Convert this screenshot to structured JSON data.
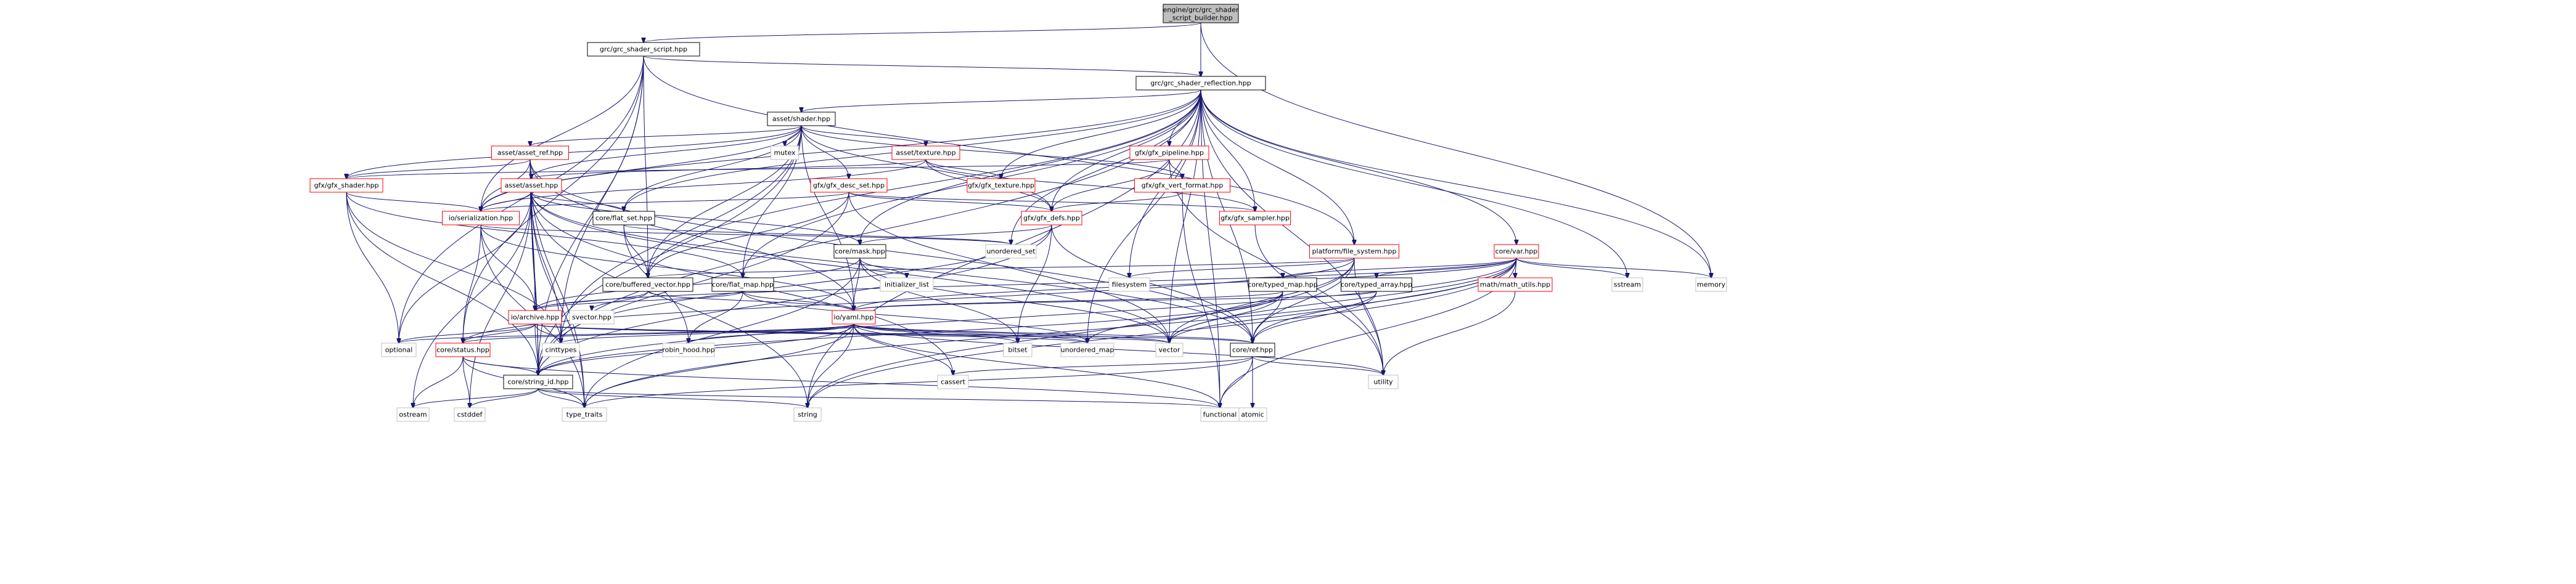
{
  "colors": {
    "edge": "#191970",
    "root_fill": "#bfbfbf",
    "normal_fill": "#ffffff",
    "normal_stroke": "#000000",
    "truncated_stroke": "#ff0000",
    "external_stroke": "#bfbfbf",
    "external_text": "#000000"
  },
  "nodes": [
    {
      "id": "root",
      "lines": [
        "engine/grc/grc_shader",
        "_script_builder.hpp"
      ],
      "kind": "root"
    },
    {
      "id": "script",
      "lines": [
        "grc/grc_shader_script.hpp"
      ],
      "kind": "normal"
    },
    {
      "id": "refl",
      "lines": [
        "grc/grc_shader_reflection.hpp"
      ],
      "kind": "normal"
    },
    {
      "id": "shader",
      "lines": [
        "asset/shader.hpp"
      ],
      "kind": "normal"
    },
    {
      "id": "asset_ref",
      "lines": [
        "asset/asset_ref.hpp"
      ],
      "kind": "truncated"
    },
    {
      "id": "texture",
      "lines": [
        "asset/texture.hpp"
      ],
      "kind": "truncated"
    },
    {
      "id": "pipeline",
      "lines": [
        "gfx/gfx_pipeline.hpp"
      ],
      "kind": "truncated"
    },
    {
      "id": "gfx_shader",
      "lines": [
        "gfx/gfx_shader.hpp"
      ],
      "kind": "truncated"
    },
    {
      "id": "asset",
      "lines": [
        "asset/asset.hpp"
      ],
      "kind": "truncated"
    },
    {
      "id": "desc_set",
      "lines": [
        "gfx/gfx_desc_set.hpp"
      ],
      "kind": "truncated"
    },
    {
      "id": "gfx_texture",
      "lines": [
        "gfx/gfx_texture.hpp"
      ],
      "kind": "truncated"
    },
    {
      "id": "vert_format",
      "lines": [
        "gfx/gfx_vert_format.hpp"
      ],
      "kind": "truncated"
    },
    {
      "id": "serialization",
      "lines": [
        "io/serialization.hpp"
      ],
      "kind": "truncated"
    },
    {
      "id": "flat_set",
      "lines": [
        "core/flat_set.hpp"
      ],
      "kind": "normal"
    },
    {
      "id": "gfx_defs",
      "lines": [
        "gfx/gfx_defs.hpp"
      ],
      "kind": "truncated"
    },
    {
      "id": "gfx_sampler",
      "lines": [
        "gfx/gfx_sampler.hpp"
      ],
      "kind": "truncated"
    },
    {
      "id": "mask",
      "lines": [
        "core/mask.hpp"
      ],
      "kind": "normal"
    },
    {
      "id": "file_system",
      "lines": [
        "platform/file_system.hpp"
      ],
      "kind": "truncated"
    },
    {
      "id": "var",
      "lines": [
        "core/var.hpp"
      ],
      "kind": "truncated"
    },
    {
      "id": "buffered_vector",
      "lines": [
        "core/buffered_vector.hpp"
      ],
      "kind": "normal"
    },
    {
      "id": "flat_map",
      "lines": [
        "core/flat_map.hpp"
      ],
      "kind": "normal"
    },
    {
      "id": "typed_map",
      "lines": [
        "core/typed_map.hpp"
      ],
      "kind": "normal"
    },
    {
      "id": "typed_array",
      "lines": [
        "core/typed_array.hpp"
      ],
      "kind": "normal"
    },
    {
      "id": "math_utils",
      "lines": [
        "math/math_utils.hpp"
      ],
      "kind": "truncated"
    },
    {
      "id": "archive",
      "lines": [
        "io/archive.hpp"
      ],
      "kind": "truncated"
    },
    {
      "id": "yaml",
      "lines": [
        "io/yaml.hpp"
      ],
      "kind": "truncated"
    },
    {
      "id": "status",
      "lines": [
        "core/status.hpp"
      ],
      "kind": "truncated"
    },
    {
      "id": "ref",
      "lines": [
        "core/ref.hpp"
      ],
      "kind": "normal"
    },
    {
      "id": "string_id",
      "lines": [
        "core/string_id.hpp"
      ],
      "kind": "normal"
    },
    {
      "id": "mutex",
      "lines": [
        "mutex"
      ],
      "kind": "external"
    },
    {
      "id": "unordered_set",
      "lines": [
        "unordered_set"
      ],
      "kind": "external"
    },
    {
      "id": "filesystem",
      "lines": [
        "filesystem"
      ],
      "kind": "external"
    },
    {
      "id": "sstream",
      "lines": [
        "sstream"
      ],
      "kind": "external"
    },
    {
      "id": "memory",
      "lines": [
        "memory"
      ],
      "kind": "external"
    },
    {
      "id": "initializer_list",
      "lines": [
        "initializer_list"
      ],
      "kind": "external"
    },
    {
      "id": "svector",
      "lines": [
        "svector.hpp"
      ],
      "kind": "external"
    },
    {
      "id": "optional",
      "lines": [
        "optional"
      ],
      "kind": "external"
    },
    {
      "id": "cinttypes",
      "lines": [
        "cinttypes"
      ],
      "kind": "external"
    },
    {
      "id": "robin_hood",
      "lines": [
        "robin_hood.hpp"
      ],
      "kind": "external"
    },
    {
      "id": "bitset",
      "lines": [
        "bitset"
      ],
      "kind": "external"
    },
    {
      "id": "unordered_map",
      "lines": [
        "unordered_map"
      ],
      "kind": "external"
    },
    {
      "id": "vector",
      "lines": [
        "vector"
      ],
      "kind": "external"
    },
    {
      "id": "utility",
      "lines": [
        "utility"
      ],
      "kind": "external"
    },
    {
      "id": "cassert",
      "lines": [
        "cassert"
      ],
      "kind": "external"
    },
    {
      "id": "atomic",
      "lines": [
        "atomic"
      ],
      "kind": "external"
    },
    {
      "id": "ostream",
      "lines": [
        "ostream"
      ],
      "kind": "external"
    },
    {
      "id": "cstddef",
      "lines": [
        "cstddef"
      ],
      "kind": "external"
    },
    {
      "id": "type_traits",
      "lines": [
        "type_traits"
      ],
      "kind": "external"
    },
    {
      "id": "string",
      "lines": [
        "string"
      ],
      "kind": "external"
    },
    {
      "id": "functional",
      "lines": [
        "functional"
      ],
      "kind": "external"
    }
  ],
  "edges": [
    [
      "root",
      "script"
    ],
    [
      "root",
      "refl"
    ],
    [
      "root",
      "memory"
    ],
    [
      "script",
      "refl"
    ],
    [
      "script",
      "buffered_vector"
    ],
    [
      "script",
      "serialization"
    ],
    [
      "script",
      "string_id"
    ],
    [
      "script",
      "optional"
    ],
    [
      "script",
      "status"
    ],
    [
      "script",
      "cinttypes"
    ],
    [
      "script",
      "file_system"
    ],
    [
      "refl",
      "shader"
    ],
    [
      "refl",
      "pipeline"
    ],
    [
      "refl",
      "gfx_texture"
    ],
    [
      "refl",
      "gfx_sampler"
    ],
    [
      "refl",
      "gfx_defs"
    ],
    [
      "refl",
      "serialization"
    ],
    [
      "refl",
      "flat_set"
    ],
    [
      "refl",
      "mask"
    ],
    [
      "refl",
      "buffered_vector"
    ],
    [
      "refl",
      "flat_map"
    ],
    [
      "refl",
      "string_id"
    ],
    [
      "refl",
      "var"
    ],
    [
      "refl",
      "file_system"
    ],
    [
      "refl",
      "unordered_set"
    ],
    [
      "refl",
      "filesystem"
    ],
    [
      "refl",
      "sstream"
    ],
    [
      "refl",
      "memory"
    ],
    [
      "refl",
      "vector"
    ],
    [
      "refl",
      "string"
    ],
    [
      "refl",
      "functional"
    ],
    [
      "refl",
      "utility"
    ],
    [
      "refl",
      "ref"
    ],
    [
      "refl",
      "unordered_map"
    ],
    [
      "shader",
      "asset_ref"
    ],
    [
      "shader",
      "texture"
    ],
    [
      "shader",
      "asset"
    ],
    [
      "shader",
      "desc_set"
    ],
    [
      "shader",
      "gfx_shader"
    ],
    [
      "shader",
      "vert_format"
    ],
    [
      "shader",
      "gfx_defs"
    ],
    [
      "shader",
      "mutex"
    ],
    [
      "shader",
      "flat_map"
    ],
    [
      "shader",
      "flat_set"
    ],
    [
      "shader",
      "buffered_vector"
    ],
    [
      "shader",
      "string_id"
    ],
    [
      "shader",
      "serialization"
    ],
    [
      "shader",
      "yaml"
    ],
    [
      "shader",
      "cinttypes"
    ],
    [
      "asset_ref",
      "asset"
    ],
    [
      "asset_ref",
      "gfx_shader"
    ],
    [
      "asset_ref",
      "serialization"
    ],
    [
      "asset_ref",
      "archive"
    ],
    [
      "asset_ref",
      "string_id"
    ],
    [
      "asset_ref",
      "type_traits"
    ],
    [
      "asset_ref",
      "ref"
    ],
    [
      "asset_ref",
      "yaml"
    ],
    [
      "texture",
      "asset"
    ],
    [
      "texture",
      "gfx_texture"
    ],
    [
      "texture",
      "gfx_defs"
    ],
    [
      "texture",
      "gfx_sampler"
    ],
    [
      "texture",
      "serialization"
    ],
    [
      "pipeline",
      "gfx_defs"
    ],
    [
      "pipeline",
      "vert_format"
    ],
    [
      "pipeline",
      "gfx_shader"
    ],
    [
      "pipeline",
      "utility"
    ],
    [
      "vert_format",
      "gfx_defs"
    ],
    [
      "vert_format",
      "functional"
    ],
    [
      "gfx_shader",
      "serialization"
    ],
    [
      "gfx_shader",
      "optional"
    ],
    [
      "gfx_shader",
      "cinttypes"
    ],
    [
      "gfx_shader",
      "flat_map"
    ],
    [
      "gfx_shader",
      "string_id"
    ],
    [
      "asset",
      "serialization"
    ],
    [
      "asset",
      "flat_set"
    ],
    [
      "asset",
      "mask"
    ],
    [
      "asset",
      "string_id"
    ],
    [
      "asset",
      "ref"
    ],
    [
      "asset",
      "cinttypes"
    ],
    [
      "asset",
      "optional"
    ],
    [
      "asset",
      "vector"
    ],
    [
      "asset",
      "type_traits"
    ],
    [
      "asset",
      "ostream"
    ],
    [
      "asset",
      "cstddef"
    ],
    [
      "asset",
      "cassert"
    ],
    [
      "asset",
      "string"
    ],
    [
      "asset",
      "archive"
    ],
    [
      "desc_set",
      "gfx_defs"
    ],
    [
      "desc_set",
      "gfx_sampler"
    ],
    [
      "desc_set",
      "serialization"
    ],
    [
      "desc_set",
      "buffered_vector"
    ],
    [
      "desc_set",
      "string_id"
    ],
    [
      "desc_set",
      "vector"
    ],
    [
      "serialization",
      "archive"
    ],
    [
      "serialization",
      "yaml"
    ],
    [
      "serialization",
      "status"
    ],
    [
      "serialization",
      "type_traits"
    ],
    [
      "serialization",
      "unordered_set"
    ],
    [
      "flat_set",
      "robin_hood"
    ],
    [
      "flat_set",
      "buffered_vector"
    ],
    [
      "flat_set",
      "unordered_set"
    ],
    [
      "gfx_defs",
      "mask"
    ],
    [
      "gfx_defs",
      "string_id"
    ],
    [
      "gfx_defs",
      "ref"
    ],
    [
      "gfx_defs",
      "bitset"
    ],
    [
      "gfx_defs",
      "cinttypes"
    ],
    [
      "gfx_sampler",
      "utility"
    ],
    [
      "mask",
      "bitset"
    ],
    [
      "mask",
      "initializer_list"
    ],
    [
      "mask",
      "yaml"
    ],
    [
      "mask",
      "archive"
    ],
    [
      "mask",
      "type_traits"
    ],
    [
      "mask",
      "vector"
    ],
    [
      "file_system",
      "filesystem"
    ],
    [
      "file_system",
      "string"
    ],
    [
      "file_system",
      "status"
    ],
    [
      "file_system",
      "ref"
    ],
    [
      "file_system",
      "buffered_vector"
    ],
    [
      "file_system",
      "utility"
    ],
    [
      "file_system",
      "vector"
    ],
    [
      "var",
      "typed_map"
    ],
    [
      "var",
      "typed_array"
    ],
    [
      "var",
      "math_utils"
    ],
    [
      "var",
      "ref"
    ],
    [
      "var",
      "string_id"
    ],
    [
      "var",
      "archive"
    ],
    [
      "var",
      "yaml"
    ],
    [
      "var",
      "sstream"
    ],
    [
      "var",
      "memory"
    ],
    [
      "var",
      "functional"
    ],
    [
      "var",
      "string"
    ],
    [
      "var",
      "type_traits"
    ],
    [
      "var",
      "vector"
    ],
    [
      "buffered_vector",
      "svector"
    ],
    [
      "buffered_vector",
      "yaml"
    ],
    [
      "buffered_vector",
      "archive"
    ],
    [
      "flat_map",
      "robin_hood"
    ],
    [
      "flat_map",
      "yaml"
    ],
    [
      "flat_map",
      "archive"
    ],
    [
      "flat_map",
      "unordered_map"
    ],
    [
      "typed_map",
      "ref"
    ],
    [
      "typed_map",
      "string_id"
    ],
    [
      "typed_map",
      "yaml"
    ],
    [
      "typed_map",
      "unordered_map"
    ],
    [
      "typed_map",
      "vector"
    ],
    [
      "typed_array",
      "ref"
    ],
    [
      "typed_array",
      "yaml"
    ],
    [
      "typed_array",
      "vector"
    ],
    [
      "math_utils",
      "utility"
    ],
    [
      "archive",
      "status"
    ],
    [
      "archive",
      "string_id"
    ],
    [
      "archive",
      "optional"
    ],
    [
      "archive",
      "cinttypes"
    ],
    [
      "archive",
      "vector"
    ],
    [
      "archive",
      "unordered_map"
    ],
    [
      "archive",
      "ref"
    ],
    [
      "yaml",
      "status"
    ],
    [
      "yaml",
      "string_id"
    ],
    [
      "yaml",
      "ref"
    ],
    [
      "yaml",
      "robin_hood"
    ],
    [
      "yaml",
      "bitset"
    ],
    [
      "yaml",
      "unordered_map"
    ],
    [
      "yaml",
      "vector"
    ],
    [
      "yaml",
      "optional"
    ],
    [
      "yaml",
      "cinttypes"
    ],
    [
      "yaml",
      "cassert"
    ],
    [
      "yaml",
      "string"
    ],
    [
      "yaml",
      "utility"
    ],
    [
      "yaml",
      "functional"
    ],
    [
      "yaml",
      "type_traits"
    ],
    [
      "status",
      "string_id"
    ],
    [
      "status",
      "type_traits"
    ],
    [
      "status",
      "cstddef"
    ],
    [
      "status",
      "ostream"
    ],
    [
      "status",
      "functional"
    ],
    [
      "ref",
      "cassert"
    ],
    [
      "ref",
      "atomic"
    ],
    [
      "ref",
      "functional"
    ],
    [
      "ref",
      "type_traits"
    ],
    [
      "ref",
      "utility"
    ],
    [
      "string_id",
      "string"
    ],
    [
      "string_id",
      "functional"
    ],
    [
      "string_id",
      "ostream"
    ],
    [
      "string_id",
      "cstddef"
    ],
    [
      "string_id",
      "type_traits"
    ]
  ]
}
